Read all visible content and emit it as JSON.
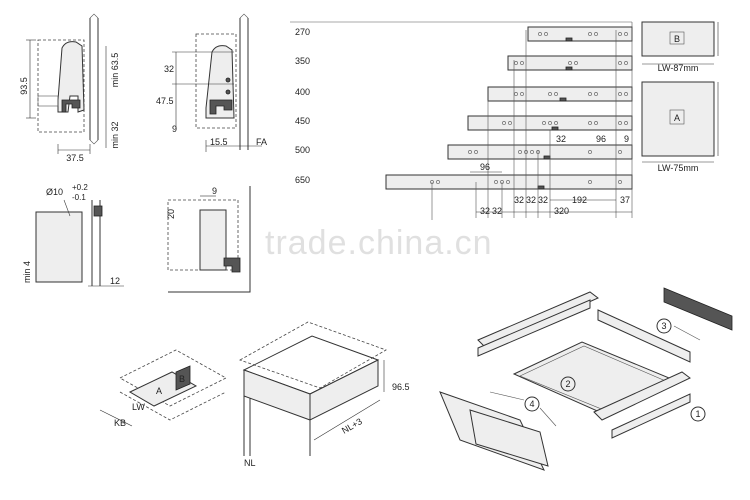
{
  "side_section": {
    "height_total": "93.5",
    "min_height": "min 63.5",
    "min_depth": "min 32",
    "width": "37.5"
  },
  "rear_section": {
    "top_offset": "32",
    "height": "47.5",
    "bottom_offset": "9",
    "depth": "15.5",
    "fa_label": "FA"
  },
  "hole_detail": {
    "diameter": "Ø10",
    "tol_plus": "+0.2",
    "tol_minus": "-0.1",
    "min_label": "min 4",
    "offset": "12"
  },
  "clip_detail": {
    "gap": "9",
    "height": "20"
  },
  "rail_lengths": {
    "items": [
      "270",
      "350",
      "400",
      "450",
      "500",
      "650"
    ],
    "dims": {
      "d32_a": "32",
      "d96_a": "96",
      "d9": "9",
      "d96_b": "96",
      "d32_b": "32",
      "d32_c": "32",
      "d32_d": "32",
      "d32_e": "32",
      "d32_f": "32",
      "d192": "192",
      "d37": "37",
      "d320": "320"
    }
  },
  "cutouts": {
    "b_label": "B",
    "b_caption": "LW-87mm",
    "a_label": "A",
    "a_caption": "LW-75mm"
  },
  "watermark": "trade.china.cn",
  "iso_box": {
    "label_a": "A",
    "label_b": "B",
    "lw": "LW",
    "kb": "KB"
  },
  "cabinet": {
    "height": "96.5",
    "nl3": "NL+3",
    "nl": "NL"
  },
  "exploded": {
    "callouts": [
      "1",
      "2",
      "3",
      "4"
    ]
  }
}
